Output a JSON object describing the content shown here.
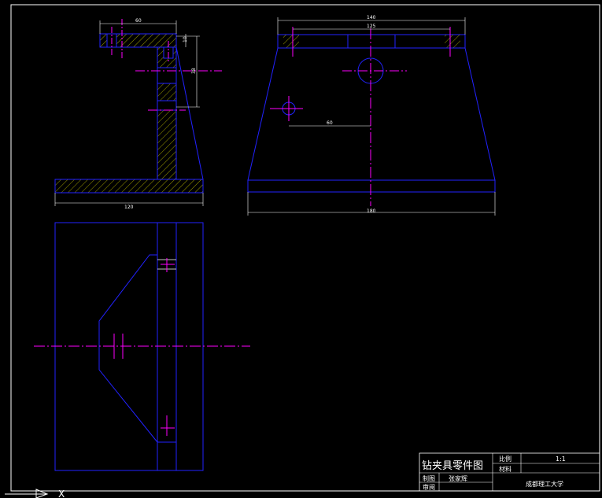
{
  "drawing": {
    "background": "#000000",
    "frame_color": "#ffffff",
    "outline_color": "#1a1aff",
    "center_line_color": "#ff00ff",
    "hatch_color": "#e0e000",
    "dimension_color": "#ffffff"
  },
  "dimensions": {
    "side_top_width": "60",
    "side_flange_thickness": "10",
    "side_hole_height": "38",
    "side_base_width": "120",
    "front_top_width": "140",
    "front_hole_spacing": "125",
    "front_offset": "60",
    "front_base_width": "180"
  },
  "title_block": {
    "title": "钻夹具零件图",
    "scale_label": "比例",
    "scale_value": "1:1",
    "material_label": "材料",
    "drawn_label": "制图",
    "drawn_by": "张家辉",
    "checked_label": "审阅",
    "school": "成都理工大学"
  },
  "ucs": {
    "axis_label": "X"
  }
}
